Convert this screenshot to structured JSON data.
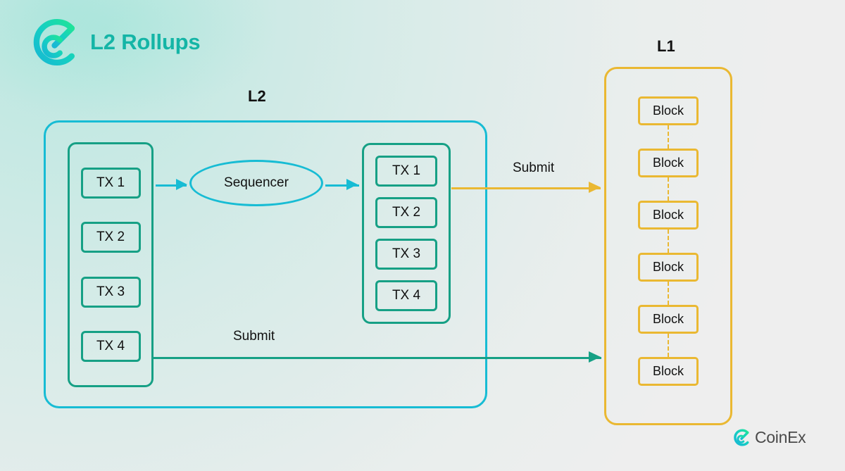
{
  "header": {
    "title": "L2 Rollups",
    "logo_icon": "coinex-logo-icon",
    "title_color": "#14b5a6"
  },
  "labels": {
    "l2": "L2",
    "l1": "L1"
  },
  "l2": {
    "accent_color": "#17bcd4",
    "tx_accent_color": "#16a085",
    "pending_stack": {
      "name": "pending-transactions",
      "items": [
        {
          "label": "TX 1"
        },
        {
          "label": "TX 2"
        },
        {
          "label": "TX 3"
        },
        {
          "label": "TX 4"
        }
      ]
    },
    "sequencer": {
      "label": "Sequencer"
    },
    "batched_stack": {
      "name": "batched-transactions",
      "items": [
        {
          "label": "TX 1"
        },
        {
          "label": "TX 2"
        },
        {
          "label": "TX 3"
        },
        {
          "label": "TX 4"
        }
      ]
    }
  },
  "l1": {
    "accent_color": "#eab832",
    "blocks": [
      {
        "label": "Block"
      },
      {
        "label": "Block"
      },
      {
        "label": "Block"
      },
      {
        "label": "Block"
      },
      {
        "label": "Block"
      },
      {
        "label": "Block"
      }
    ]
  },
  "connections": {
    "submit_top": {
      "label": "Submit",
      "color": "#eab832"
    },
    "submit_bottom": {
      "label": "Submit",
      "color": "#16a085"
    }
  },
  "watermark": {
    "text": "CoinEx",
    "logo_icon": "coinex-logo-icon"
  },
  "background": {
    "base_color": "#eeeeee",
    "glow_color": "#40d8c0"
  }
}
